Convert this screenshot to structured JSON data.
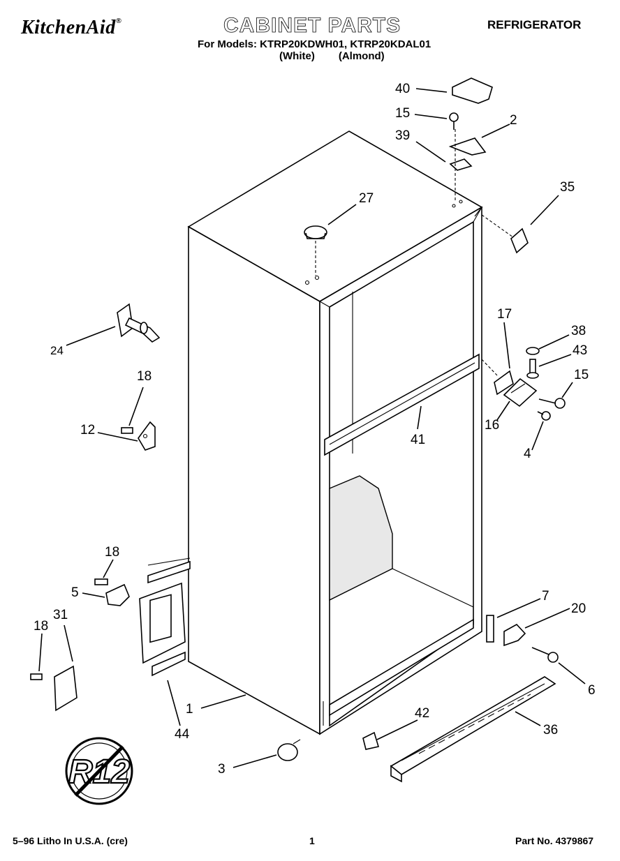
{
  "header": {
    "brand": "KitchenAid",
    "brand_mark": "®",
    "title": "CABINET PARTS",
    "category": "REFRIGERATOR",
    "models_line": "For Models: KTRP20KDWH01, KTRP20KDAL01",
    "variant_white": "(White)",
    "variant_almond": "(Almond)"
  },
  "footer": {
    "litho": "5–96 Litho In U.S.A. (cre)",
    "page": "1",
    "part_no": "Part No. 4379867"
  },
  "badge": {
    "text": "R12"
  },
  "callouts": {
    "c40": "40",
    "c15a": "15",
    "c2": "2",
    "c39": "39",
    "c27": "27",
    "c35": "35",
    "c24": "24",
    "c18a": "18",
    "c12": "12",
    "c17": "17",
    "c38": "38",
    "c43": "43",
    "c15b": "15",
    "c16": "16",
    "c41": "41",
    "c4": "4",
    "c18b": "18",
    "c5": "5",
    "c31": "31",
    "c18c": "18",
    "c7": "7",
    "c20": "20",
    "c6": "6",
    "c1": "1",
    "c44": "44",
    "c42": "42",
    "c36": "36",
    "c3": "3"
  }
}
